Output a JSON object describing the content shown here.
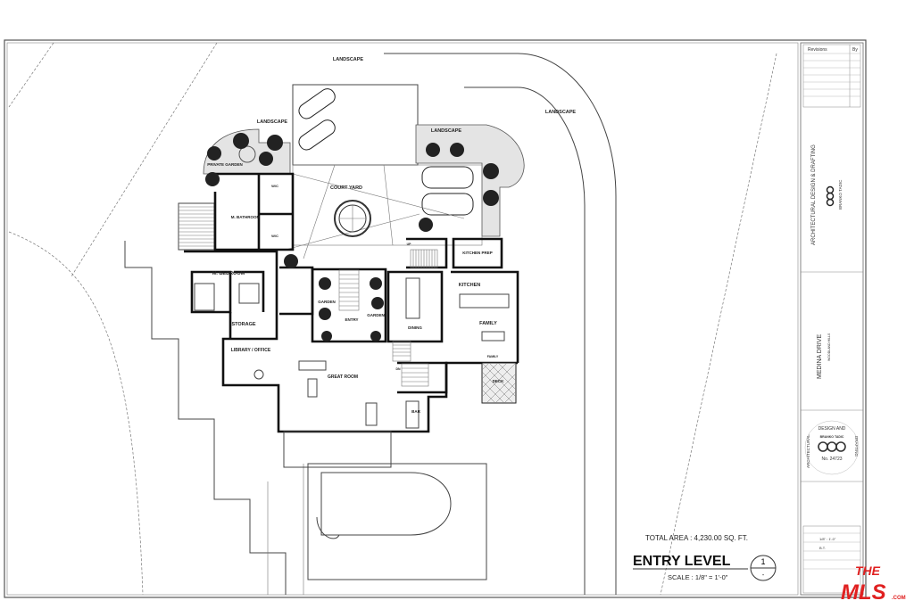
{
  "plan": {
    "labels": {
      "landscape_top": "LANDSCAPE",
      "landscape_left": "LANDSCAPE",
      "landscape_right": "LANDSCAPE",
      "landscape_planter": "LANDSCAPE",
      "private_garden": "PRIVATE GARDEN",
      "court_yard": "COURT YARD",
      "wc_1": "W/C",
      "wc_2": "W/C",
      "m_bathroom": "M. BATHROOM",
      "m_bedroom": "M. BEDROOM",
      "kitchen_prep": "KITCHEN PREP",
      "kitchen": "KITCHEN",
      "garden_left": "GARDEN",
      "entry": "ENTRY",
      "garden_right": "GARDEN",
      "dining": "DINING",
      "family": "FAMILY",
      "family_small": "FAMILY",
      "storage": "STORAGE",
      "library_office": "LIBRARY / OFFICE",
      "great_room": "GREAT ROOM",
      "deck": "DECK",
      "bar": "BAR",
      "up": "UP",
      "dn": "DN"
    },
    "total_area": "TOTAL AREA :  4,230.00 SQ. FT.",
    "title": "ENTRY LEVEL",
    "sheet_number": "1",
    "sheet_sub": "-",
    "scale": "SCALE : 1/8\" = 1'-0\""
  },
  "title_block": {
    "revisions_header": "Revisions",
    "by_header": "By",
    "firm": "ARCHITECTURAL DESIGN & DRAFTING",
    "designer": "BRANKO TADIC",
    "project": "MEDINA DRIVE",
    "location": "WOODLAND HILLS",
    "seal_top": "DESIGN AND",
    "seal_left": "ARCHITECTURAL",
    "seal_right": "DRAFTING",
    "seal_name": "BRANKO TADIC",
    "seal_number": "No. 24723",
    "scale_value": "1/8\" : 1'-0\"",
    "drawn_by": "B.T."
  },
  "watermark": {
    "line1": "THE",
    "line2": "MLS",
    "line3": ".COM"
  }
}
